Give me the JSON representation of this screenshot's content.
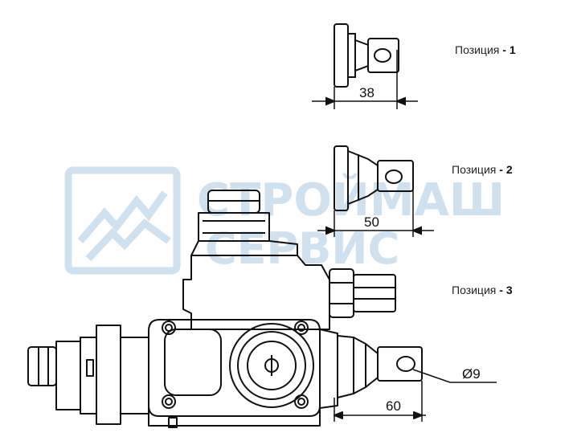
{
  "positions": [
    {
      "label": "Позиция",
      "dash": "-",
      "number": "1",
      "dimension": "38"
    },
    {
      "label": "Позиция",
      "dash": "-",
      "number": "2",
      "dimension": "50"
    },
    {
      "label": "Позиция",
      "dash": "-",
      "number": "3",
      "dimension": "60"
    }
  ],
  "hole_diameter": "Ø9",
  "watermark": {
    "line1": "СТРОЙМАШ",
    "line2": "СЕРВИС",
    "color": "#cfe1ef"
  },
  "line_color": "#111111"
}
